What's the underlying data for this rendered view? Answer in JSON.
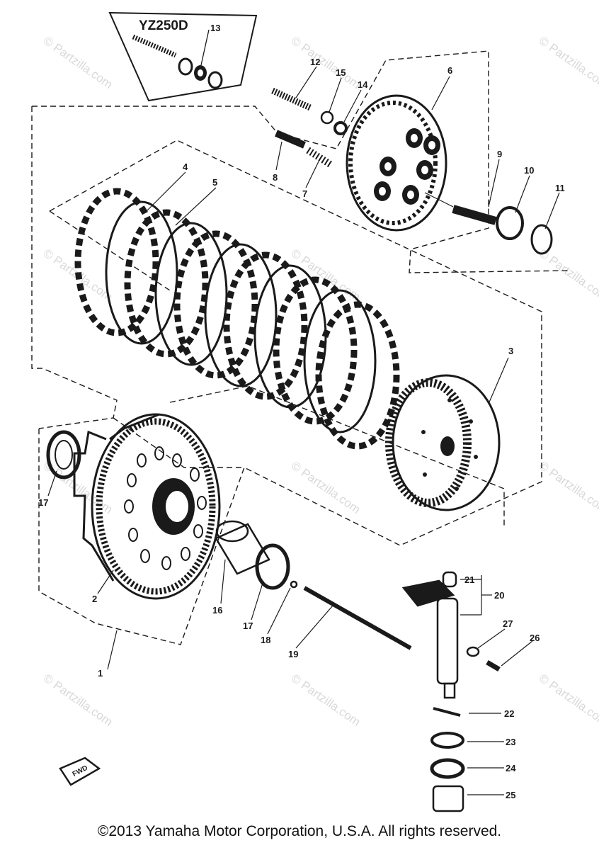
{
  "model_label": "YZ250D",
  "callouts": {
    "c1": "1",
    "c2": "2",
    "c3": "3",
    "c4": "4",
    "c5": "5",
    "c6": "6",
    "c7": "7",
    "c8": "8",
    "c9": "9",
    "c10": "10",
    "c11": "11",
    "c12": "12",
    "c13": "13",
    "c14": "14",
    "c15": "15",
    "c16": "16",
    "c17a": "17",
    "c17b": "17",
    "c18": "18",
    "c19": "19",
    "c20": "20",
    "c21": "21",
    "c22": "22",
    "c23": "23",
    "c24": "24",
    "c25": "25",
    "c26": "26",
    "c27": "27"
  },
  "forward_label": "FWD",
  "watermark": "© Partzilla.com",
  "copyright": "©2013 Yamaha Motor Corporation, U.S.A. All rights reserved."
}
